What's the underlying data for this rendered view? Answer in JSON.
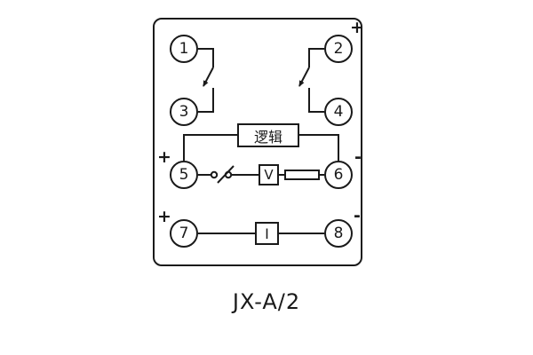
{
  "diagram": {
    "terminals": [
      "1",
      "2",
      "3",
      "4",
      "5",
      "6",
      "7",
      "8"
    ],
    "logic_box_label": "逻辑",
    "voltage_box_label": "V",
    "current_box_label": "I",
    "polarity": {
      "top_right": "+",
      "mid_left": "+",
      "mid_right": "-",
      "bottom_left": "+",
      "bottom_right": "-"
    },
    "caption": "JX-A/2",
    "line_color": "#1a1a1a"
  }
}
